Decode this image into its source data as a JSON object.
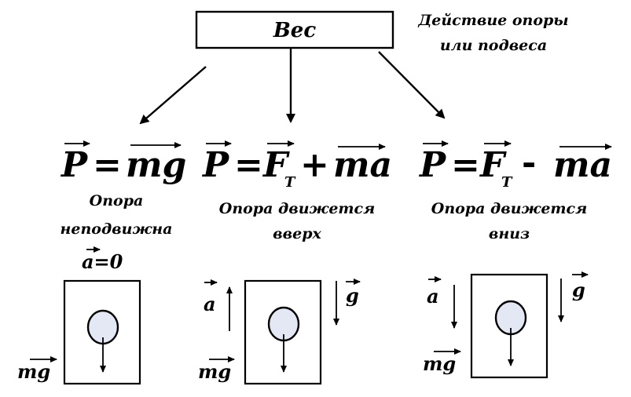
{
  "title_box": {
    "label": "Вес"
  },
  "note": {
    "line1": "Действие опоры",
    "line2": "или подвеса"
  },
  "formulas": [
    {
      "lhs": "P",
      "eq": "=",
      "terms": [
        "mg"
      ],
      "ops": []
    },
    {
      "lhs": "P",
      "eq": "=",
      "terms": [
        "F",
        "ma"
      ],
      "sub": "T",
      "ops": [
        "+"
      ]
    },
    {
      "lhs": "P",
      "eq": "=",
      "terms": [
        "F",
        "ma"
      ],
      "sub": "T",
      "ops": [
        "-"
      ]
    }
  ],
  "cases": [
    {
      "caption_line1": "Опора",
      "caption_line2": "неподвижна",
      "accel_label": "a=0",
      "mg_label": "mg"
    },
    {
      "caption_line1": "Опора движется",
      "caption_line2": "вверх",
      "a_label": "a",
      "g_label": "g",
      "mg_label": "mg"
    },
    {
      "caption_line1": "Опора движется",
      "caption_line2": "вниз",
      "a_label": "a",
      "g_label": "g",
      "mg_label": "mg"
    }
  ]
}
